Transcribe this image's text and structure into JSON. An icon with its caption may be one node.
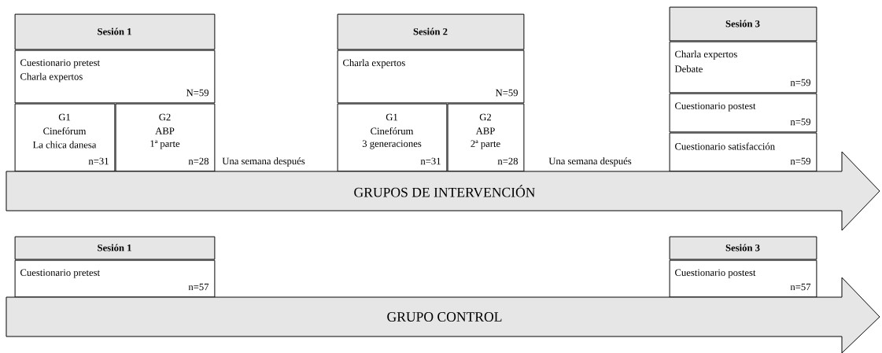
{
  "diagram": {
    "nodes": [
      {
        "text": [
          "Sesión 1"
        ]
      },
      {
        "text": [
          "Cuestionario pretest",
          "Charla expertos",
          "N=59"
        ]
      },
      {
        "text": [
          "G1",
          "Cinefórum",
          "La chica danesa",
          "n=31"
        ]
      },
      {
        "text": [
          "G2",
          "ABP",
          "1ª parte",
          "n=28"
        ]
      },
      {
        "text": [
          "Sesión 2"
        ]
      },
      {
        "text": [
          "Charla expertos",
          "N=59"
        ]
      },
      {
        "text": [
          "G1",
          "Cinefórum",
          "3 generaciones",
          "n=31"
        ]
      },
      {
        "text": [
          "G2",
          "ABP",
          "2ª parte",
          "n=28"
        ]
      },
      {
        "text": [
          "Sesión 3"
        ]
      },
      {
        "text": [
          "Charla expertos",
          "Debate",
          "n=59"
        ]
      },
      {
        "text": [
          "Cuestionario postest",
          "n=59"
        ]
      },
      {
        "text": [
          "Cuestionario satisfacción",
          "n=59"
        ]
      },
      {
        "text": [
          "GRUPOS DE INTERVENCIÓN"
        ]
      },
      {
        "text": [
          "Sesión 1"
        ]
      },
      {
        "text": [
          "Cuestionario pretest",
          "n=57"
        ]
      },
      {
        "text": [
          "Sesión 3"
        ]
      },
      {
        "text": [
          "Cuestionario postest",
          "n=57"
        ]
      },
      {
        "text": [
          "GRUPO CONTROL"
        ]
      }
    ],
    "labels": [
      "Una semana después",
      "Una semana después"
    ]
  }
}
